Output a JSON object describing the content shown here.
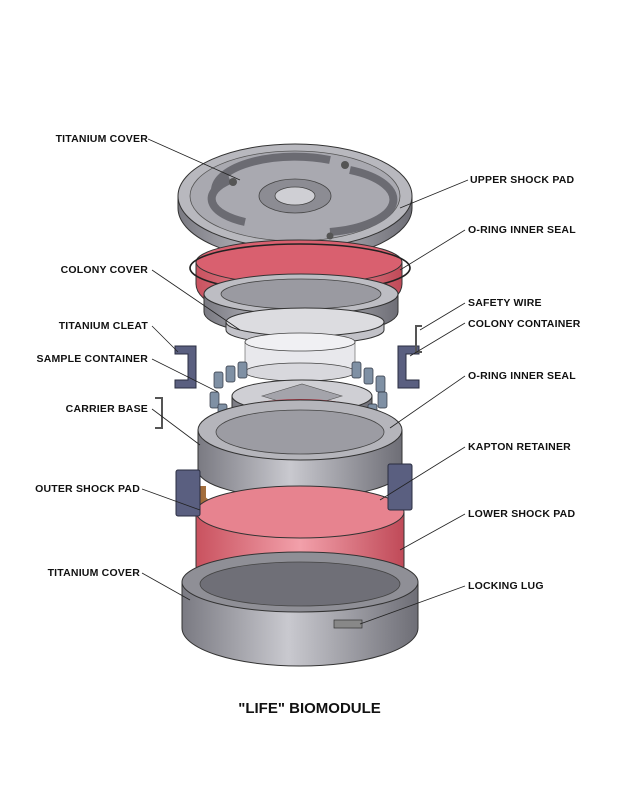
{
  "title": "\"LIFE\" BIOMODULE",
  "labels": {
    "titanium_cover_top": "TITANIUM COVER",
    "upper_shock_pad": "UPPER SHOCK PAD",
    "o_ring_inner_seal_upper": "O-RING INNER SEAL",
    "colony_cover": "COLONY COVER",
    "safety_wire": "SAFETY WIRE",
    "colony_container": "COLONY CONTAINER",
    "titanium_cleat": "TITANIUM CLEAT",
    "sample_container": "SAMPLE CONTAINER",
    "o_ring_inner_seal_lower": "O-RING INNER SEAL",
    "carrier_base": "CARRIER BASE",
    "kapton_retainer": "KAPTON RETAINER",
    "outer_shock_pad": "OUTER SHOCK PAD",
    "lower_shock_pad": "LOWER SHOCK PAD",
    "titanium_cover_bottom": "TITANIUM COVER",
    "locking_lug": "LOCKING LUG"
  },
  "colors": {
    "titanium": "#a6a6ad",
    "titanium_dark": "#5f5f66",
    "shock_pad": "#e8707e",
    "kapton": "#c9965c",
    "cleat": "#5a5f80",
    "vial": "#7f90a4"
  }
}
